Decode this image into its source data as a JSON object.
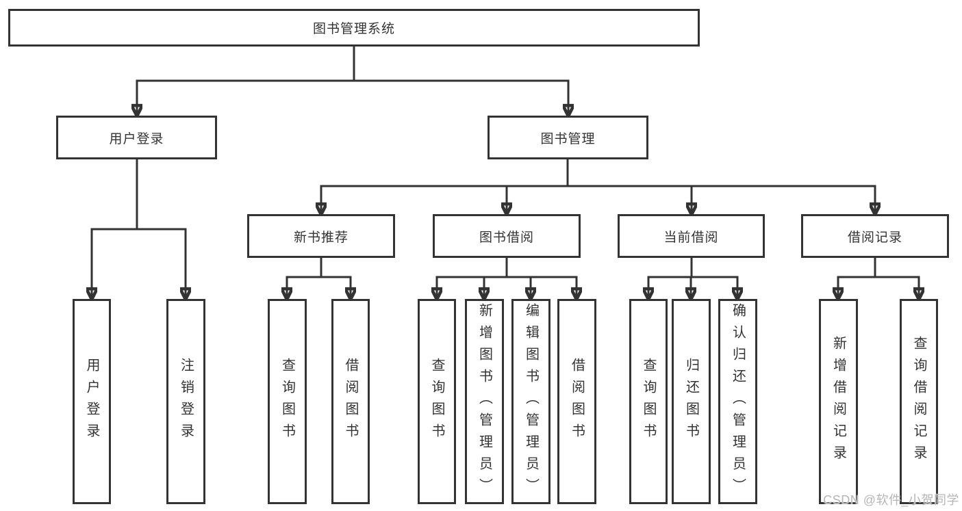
{
  "colors": {
    "background": "#ffffff",
    "line": "#333333",
    "box_border": "#333333",
    "text": "#333333",
    "watermark": "#b5b5b5"
  },
  "watermark": "CSDN @软件_小贺同学",
  "tree": {
    "root": {
      "label": "图书管理系统"
    },
    "branches": [
      {
        "label": "用户登录",
        "leaves": [
          {
            "label": "用户登录"
          },
          {
            "label": "注销登录"
          }
        ]
      },
      {
        "label": "图书管理",
        "groups": [
          {
            "label": "新书推荐",
            "leaves": [
              {
                "label": "查询图书"
              },
              {
                "label": "借阅图书"
              }
            ]
          },
          {
            "label": "图书借阅",
            "leaves": [
              {
                "label": "查询图书"
              },
              {
                "label": "新增图书（管理员）"
              },
              {
                "label": "编辑图书（管理员）"
              },
              {
                "label": "借阅图书"
              }
            ]
          },
          {
            "label": "当前借阅",
            "leaves": [
              {
                "label": "查询图书"
              },
              {
                "label": "归还图书"
              },
              {
                "label": "确认归还（管理员）"
              }
            ]
          },
          {
            "label": "借阅记录",
            "leaves": [
              {
                "label": "新增借阅记录"
              },
              {
                "label": "查询借阅记录"
              }
            ]
          }
        ]
      }
    ]
  }
}
